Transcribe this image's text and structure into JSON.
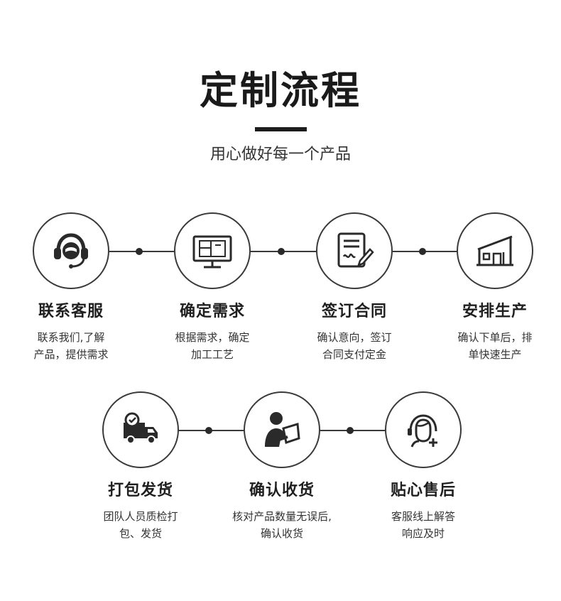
{
  "header": {
    "title": "定制流程",
    "subtitle": "用心做好每一个产品"
  },
  "steps": [
    {
      "icon": "headset-icon",
      "title": "联系客服",
      "desc": [
        "联系我们,了解",
        "产品，提供需求"
      ]
    },
    {
      "icon": "monitor-blueprint-icon",
      "title": "确定需求",
      "desc": [
        "根据需求，确定",
        "加工工艺"
      ]
    },
    {
      "icon": "contract-sign-icon",
      "title": "签订合同",
      "desc": [
        "确认意向，签订",
        "合同支付定金"
      ]
    },
    {
      "icon": "factory-icon",
      "title": "安排生产",
      "desc": [
        "确认下单后，排",
        "单快速生产"
      ]
    },
    {
      "icon": "delivery-truck-icon",
      "title": "打包发货",
      "desc": [
        "团队人员质检打",
        "包、发货"
      ]
    },
    {
      "icon": "person-receiving-icon",
      "title": "确认收货",
      "desc": [
        "核对产品数量无误后,",
        "确认收货"
      ]
    },
    {
      "icon": "customer-service-icon",
      "title": "贴心售后",
      "desc": [
        "客服线上解答",
        "响应及时"
      ]
    }
  ],
  "colors": {
    "text": "#1a1a1a",
    "line": "#3a3a3a",
    "background": "#ffffff"
  }
}
